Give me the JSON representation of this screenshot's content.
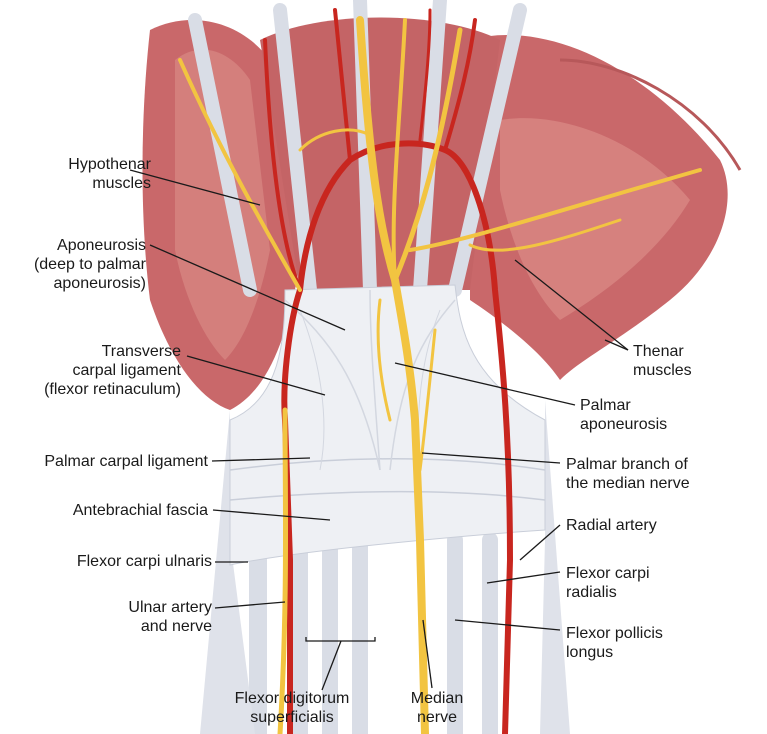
{
  "labels": {
    "hypothenar_muscles": "Hypothenar\nmuscles",
    "aponeurosis": "Aponeurosis\n(deep to palmar\naponeurosis)",
    "transverse_carpal_ligament": "Transverse\ncarpal ligament\n(flexor retinaculum)",
    "palmar_carpal_ligament": "Palmar carpal ligament",
    "antebrachial_fascia": "Antebrachial fascia",
    "flexor_carpi_ulnaris": "Flexor carpi ulnaris",
    "ulnar_artery_and_nerve": "Ulnar artery\nand nerve",
    "flexor_digitorum_superficialis": "Flexor digitorum\nsuperficialis",
    "median_nerve": "Median\nnerve",
    "thenar_muscles": "Thenar\nmuscles",
    "palmar_aponeurosis": "Palmar\naponeurosis",
    "palmar_branch_median_nerve": "Palmar branch of\nthe median nerve",
    "radial_artery": "Radial artery",
    "flexor_carpi_radialis": "Flexor carpi\nradialis",
    "flexor_pollicis_longus": "Flexor pollicis\nlongus"
  },
  "colors": {
    "muscle": "#c9686a",
    "muscle_light": "#e3a7a3",
    "tendon": "#d9dde6",
    "tendon_shadow": "#aeb6c6",
    "nerve": "#f2c441",
    "artery": "#c8261f",
    "fascia": "#eef0f4",
    "leader": "#1a1a1a"
  }
}
